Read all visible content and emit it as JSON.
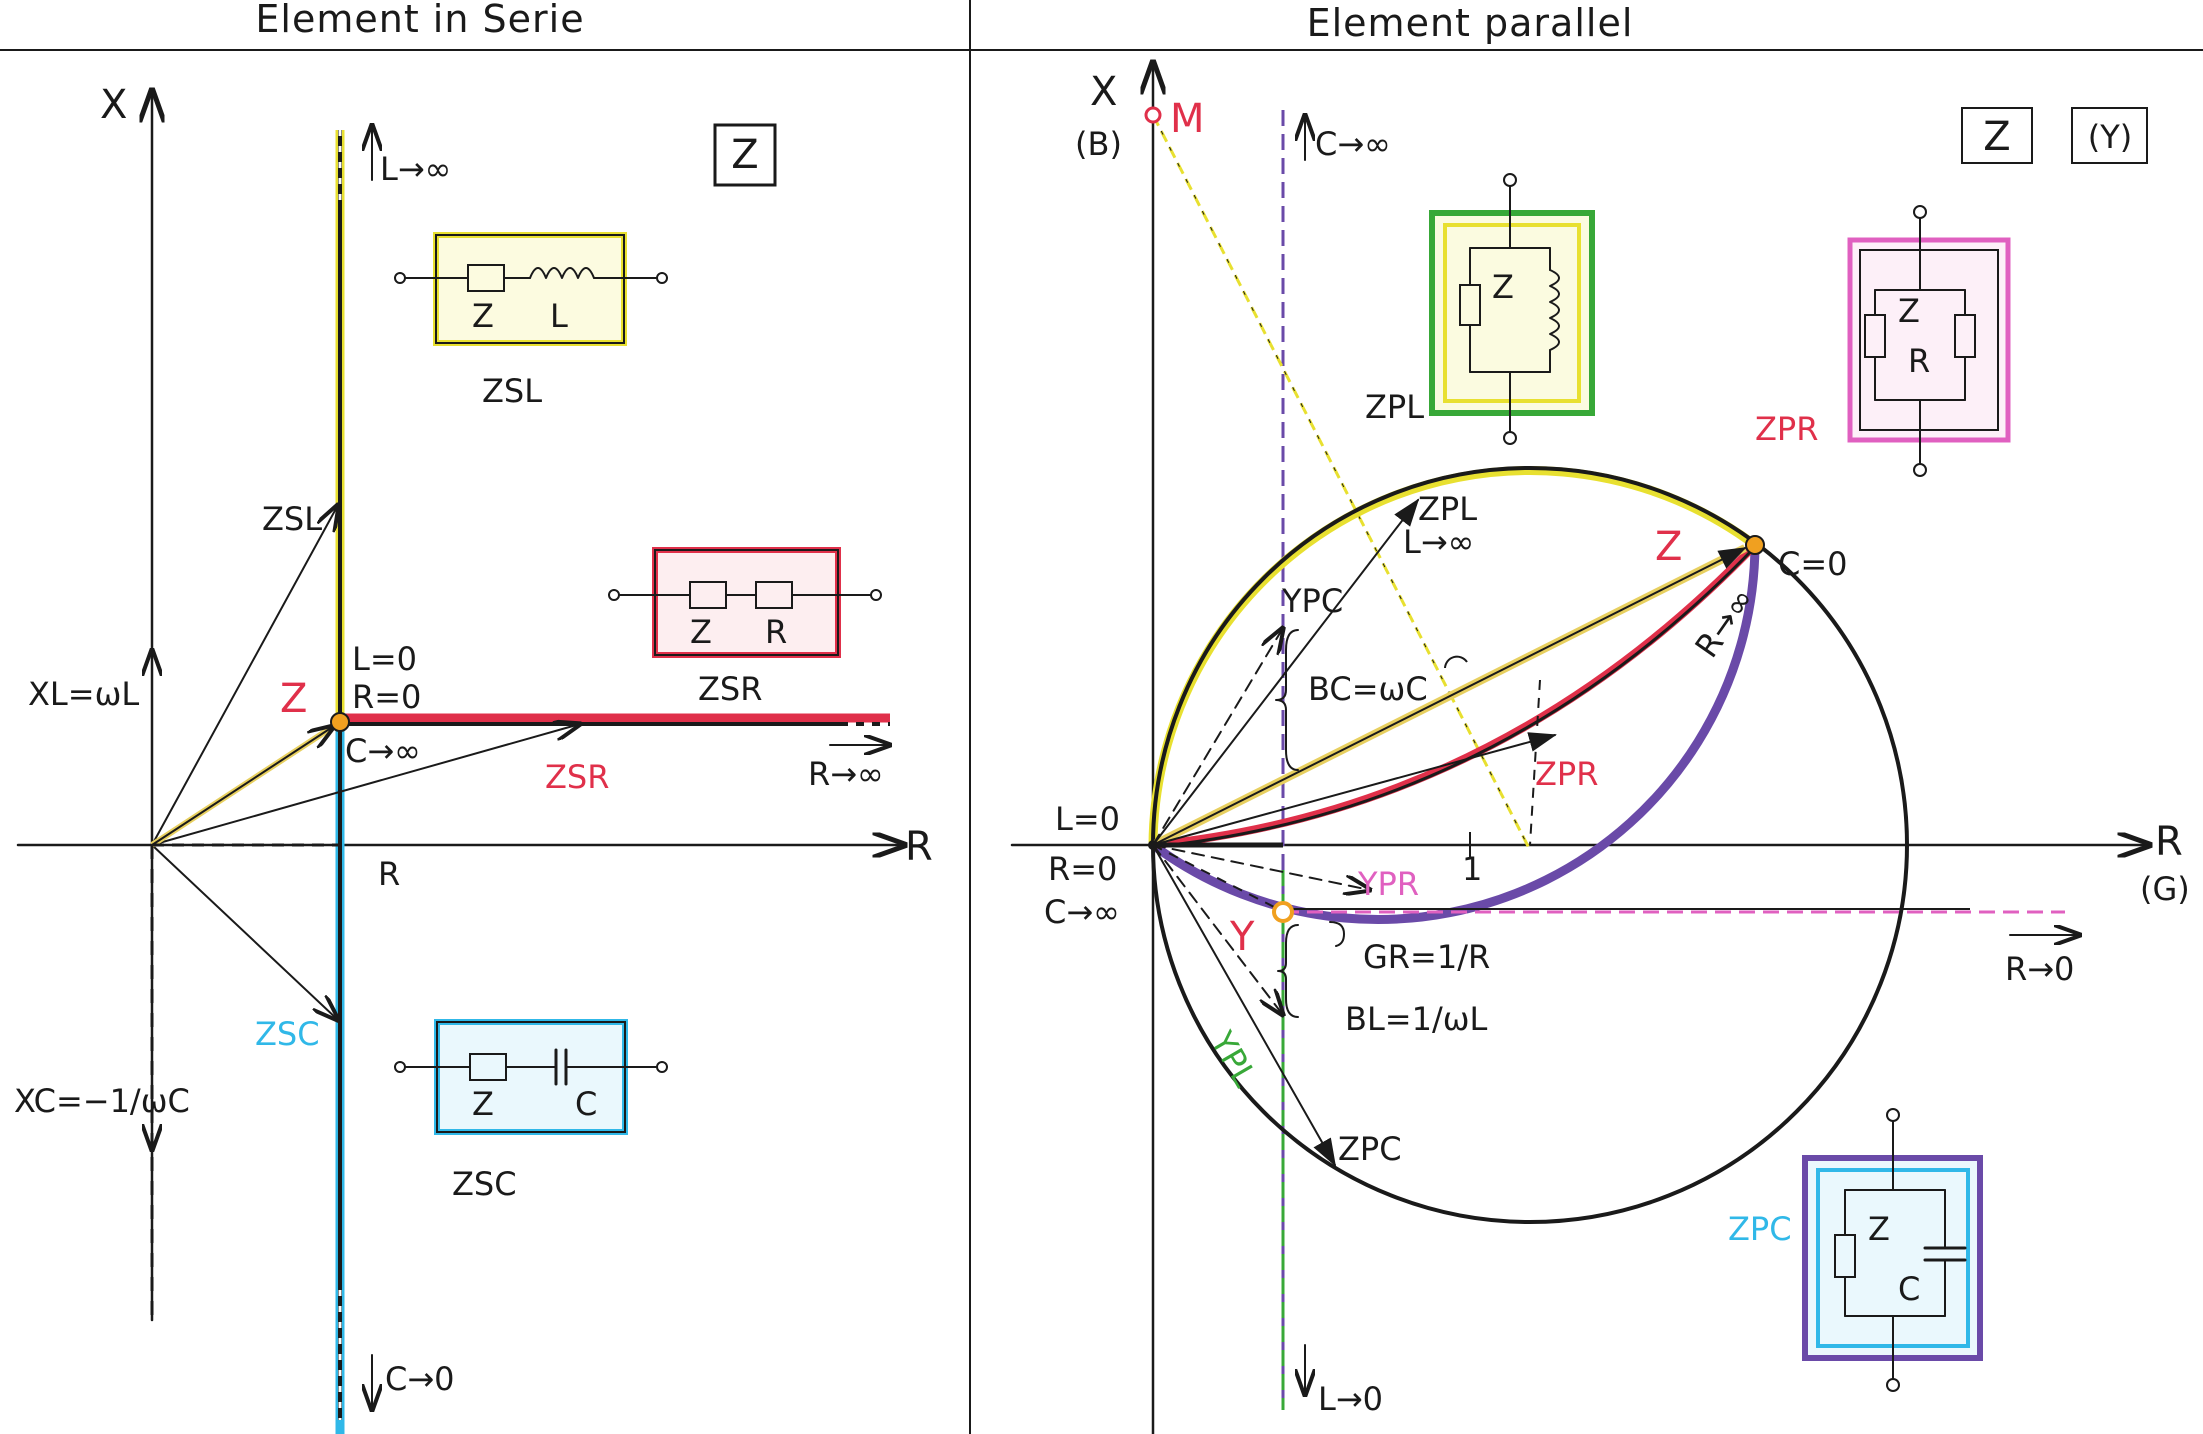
{
  "headers": {
    "left": "Element in Serie",
    "right": "Element parallel"
  },
  "series_panel": {
    "axis_x": "X",
    "axis_r": "R",
    "r_tick": "R",
    "xl_label": "XL=ωL",
    "xc_label": "XC=−1/ωC",
    "l_to_inf": "L→∞",
    "c_to_zero": "C→0",
    "l0": "L=0",
    "r0": "R=0",
    "c_inf": "C→∞",
    "r_to_inf": "R→∞",
    "z": "Z",
    "box_tag": "Z",
    "zsl": "ZSL",
    "zsr": "ZSR",
    "zsc": "ZSC",
    "circuits": {
      "sl": {
        "z": "Z",
        "el": "L",
        "name": "ZSL"
      },
      "sr": {
        "z": "Z",
        "el": "R",
        "name": "ZSR"
      },
      "sc": {
        "z": "Z",
        "el": "C",
        "name": "ZSC"
      }
    }
  },
  "parallel_panel": {
    "axis_x": "X",
    "axis_b": "(B)",
    "axis_r": "R",
    "axis_g": "(G)",
    "point_m": "M",
    "c_to_inf": "C→∞",
    "l_to_zero": "L→0",
    "tag_z": "Z",
    "tag_y": "(Y)",
    "l0": "L=0",
    "r0": "R=0",
    "c_inf": "C→∞",
    "unit_tick": "1",
    "l_to_inf": "L→∞",
    "c0": "C=0",
    "r_to_inf": "R→∞",
    "r_to_zero": "R→0",
    "z": "Z",
    "y": "Y",
    "zpl": "ZPL",
    "zpr": "ZPR",
    "zpc": "ZPC",
    "ypc": "YPC",
    "ypr": "YPR",
    "ypl": "YPL",
    "bc": "BC=ωC",
    "gr": "GR=1/R",
    "bl": "BL=1/ωL",
    "circuits": {
      "pl": {
        "z": "Z",
        "name": "ZPL"
      },
      "pr": {
        "z": "Z",
        "el": "R",
        "name": "ZPR"
      },
      "pc": {
        "z": "Z",
        "el": "C",
        "name": "ZPC"
      }
    }
  },
  "colors": {
    "ink": "#1a1a1a",
    "yellow": "#e8e030",
    "red": "#e0304a",
    "cyan": "#30b8e8",
    "green": "#38a838",
    "violet": "#6a4aa8",
    "magenta": "#e060c0",
    "orange": "#f0a020"
  }
}
